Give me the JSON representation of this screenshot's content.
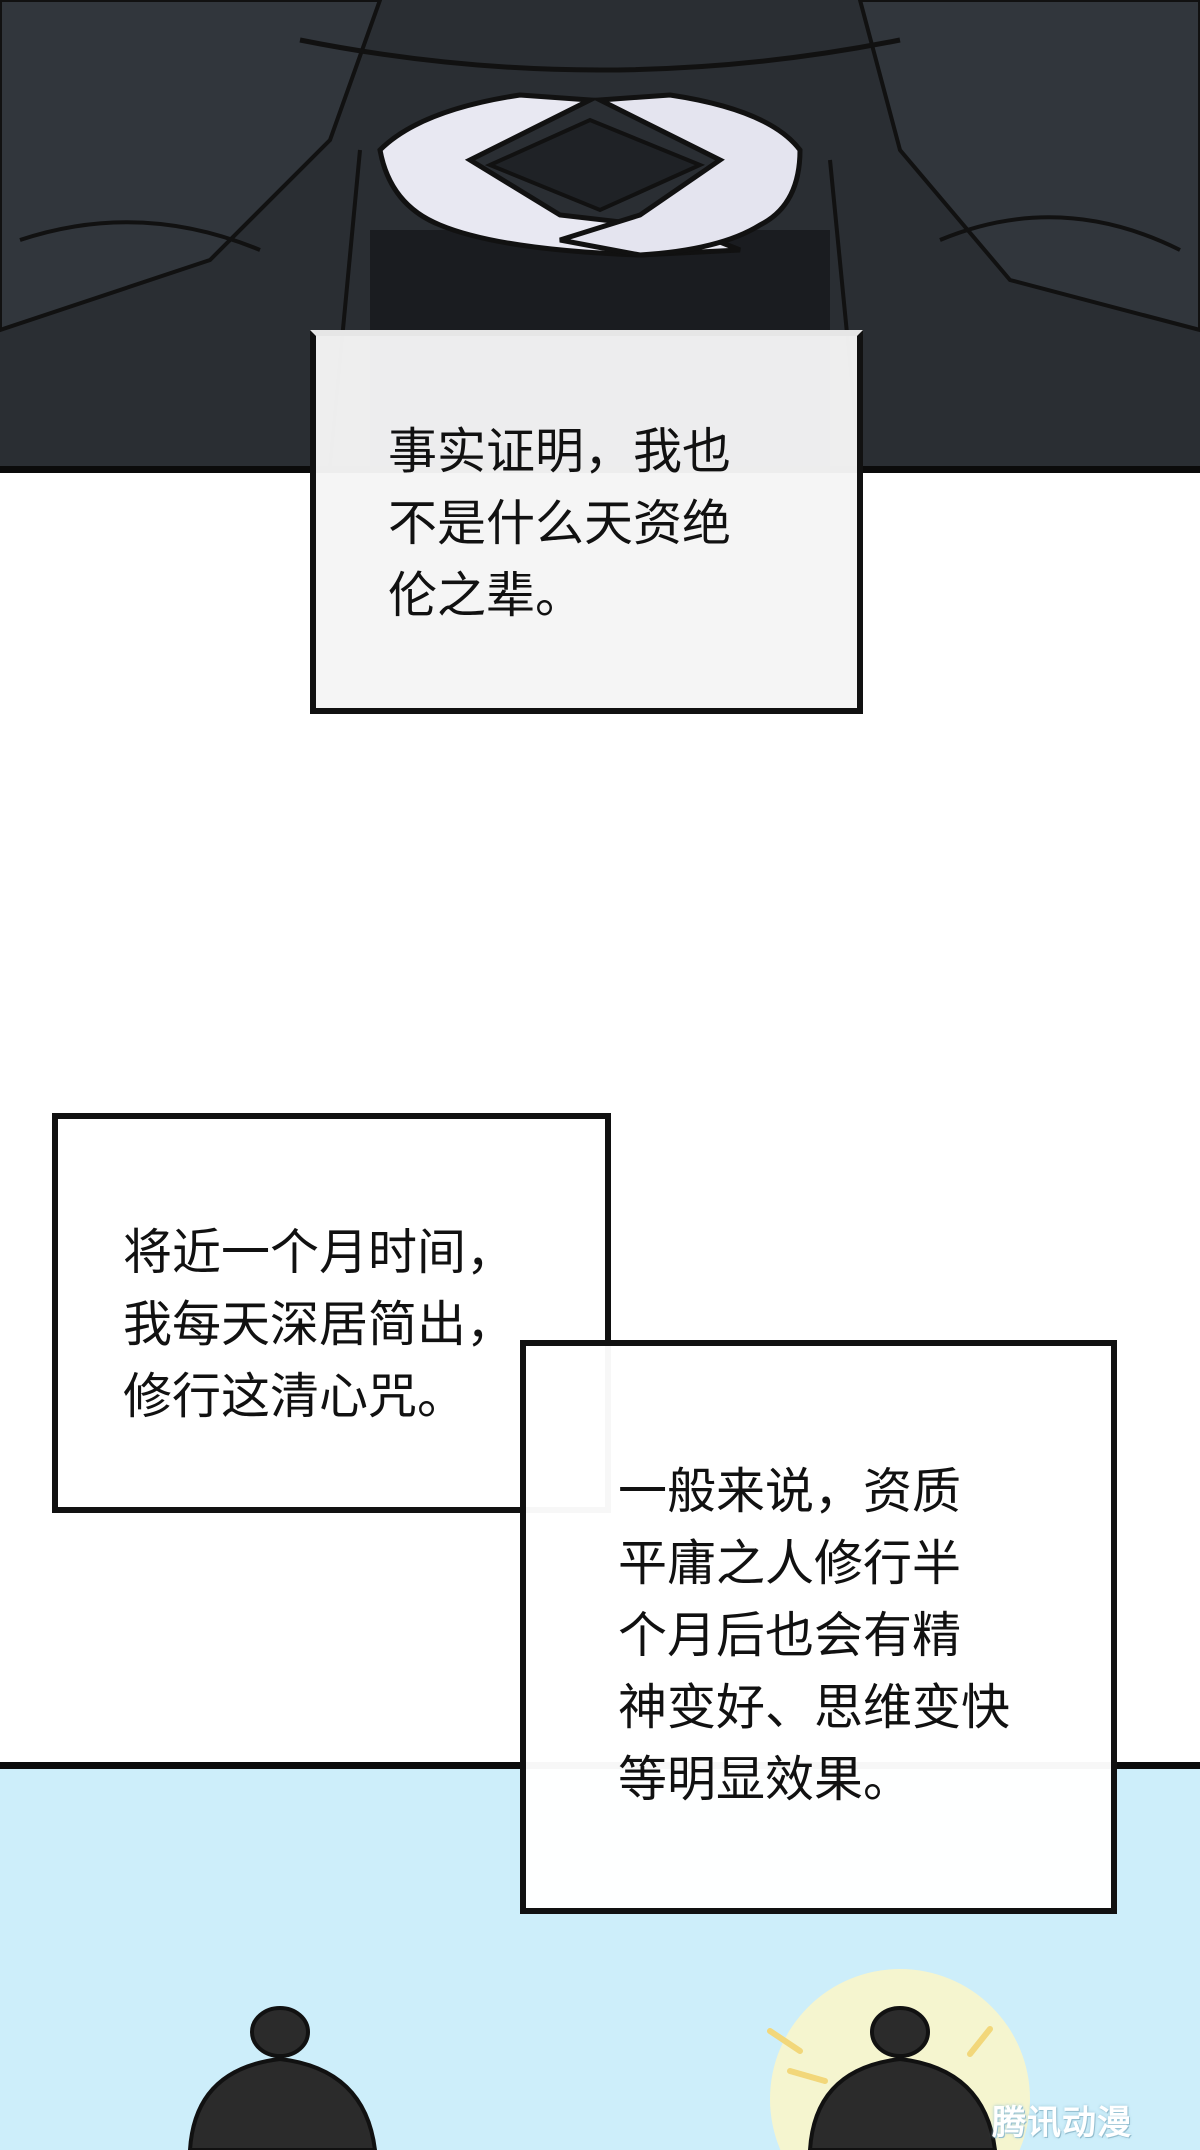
{
  "captions": {
    "first": "事实证明，我也\n不是什么天资绝\n伦之辈。",
    "second": "将近一个月时间，\n我每天深居简出，\n修行这清心咒。",
    "third": "一般来说，资质\n平庸之人修行半\n个月后也会有精\n神变好、思维变快\n等明显效果。"
  },
  "watermark": "腾讯动漫",
  "colors": {
    "robe": "#2a2e33",
    "hands": "#e8e8f2",
    "sky": "#cdeefa",
    "ink": "#111111"
  }
}
